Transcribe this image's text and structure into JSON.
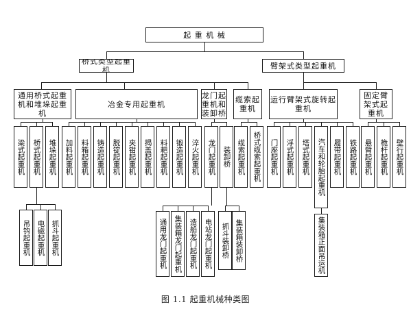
{
  "diagram": {
    "root": "起 重 机 械",
    "level1": [
      "桥式类型起重机",
      "臂架式类型起重机"
    ],
    "bridge_groups": [
      "通用桥式起重机和堆垛起重机",
      "冶金专用起重机",
      "龙门起重机和装卸桥",
      "缆索起重机"
    ],
    "jib_groups": [
      "运行臂架式旋转起重机",
      "固定臂架式起重机"
    ],
    "leaves": [
      "梁式起重机",
      "桥式起重机",
      "堆垛起重机",
      "加料起重机",
      "料箱起重机",
      "铸造起重机",
      "脱锭起重机",
      "夹钳起重机",
      "揭盖起重机",
      "料耙起重机",
      "锻造起重机",
      "淬火起重机",
      "龙门起重机",
      "装卸桥",
      "缆索起重机",
      "桥式缆索起重机",
      "门座起重机",
      "浮式起重机",
      "塔式起重机",
      "汽车和轮胎起重机",
      "履带起重机",
      "铁路起重机",
      "悬臂起重机",
      "桅杆起重机",
      "壁行起重机"
    ],
    "bridge_sub": [
      "吊钩起重机",
      "电磁起重机",
      "抓斗起重机"
    ],
    "gantry_sub": [
      "通用龙门起重机",
      "集装箱龙门起重机",
      "造船龙门起重机",
      "电站龙门起重机"
    ],
    "unloader_sub": [
      "抓斗装卸桥",
      "集装箱装卸桥"
    ],
    "truck_sub": [
      "集装箱正面吊运机"
    ],
    "caption": "图 1.1 起重机械种类图"
  }
}
